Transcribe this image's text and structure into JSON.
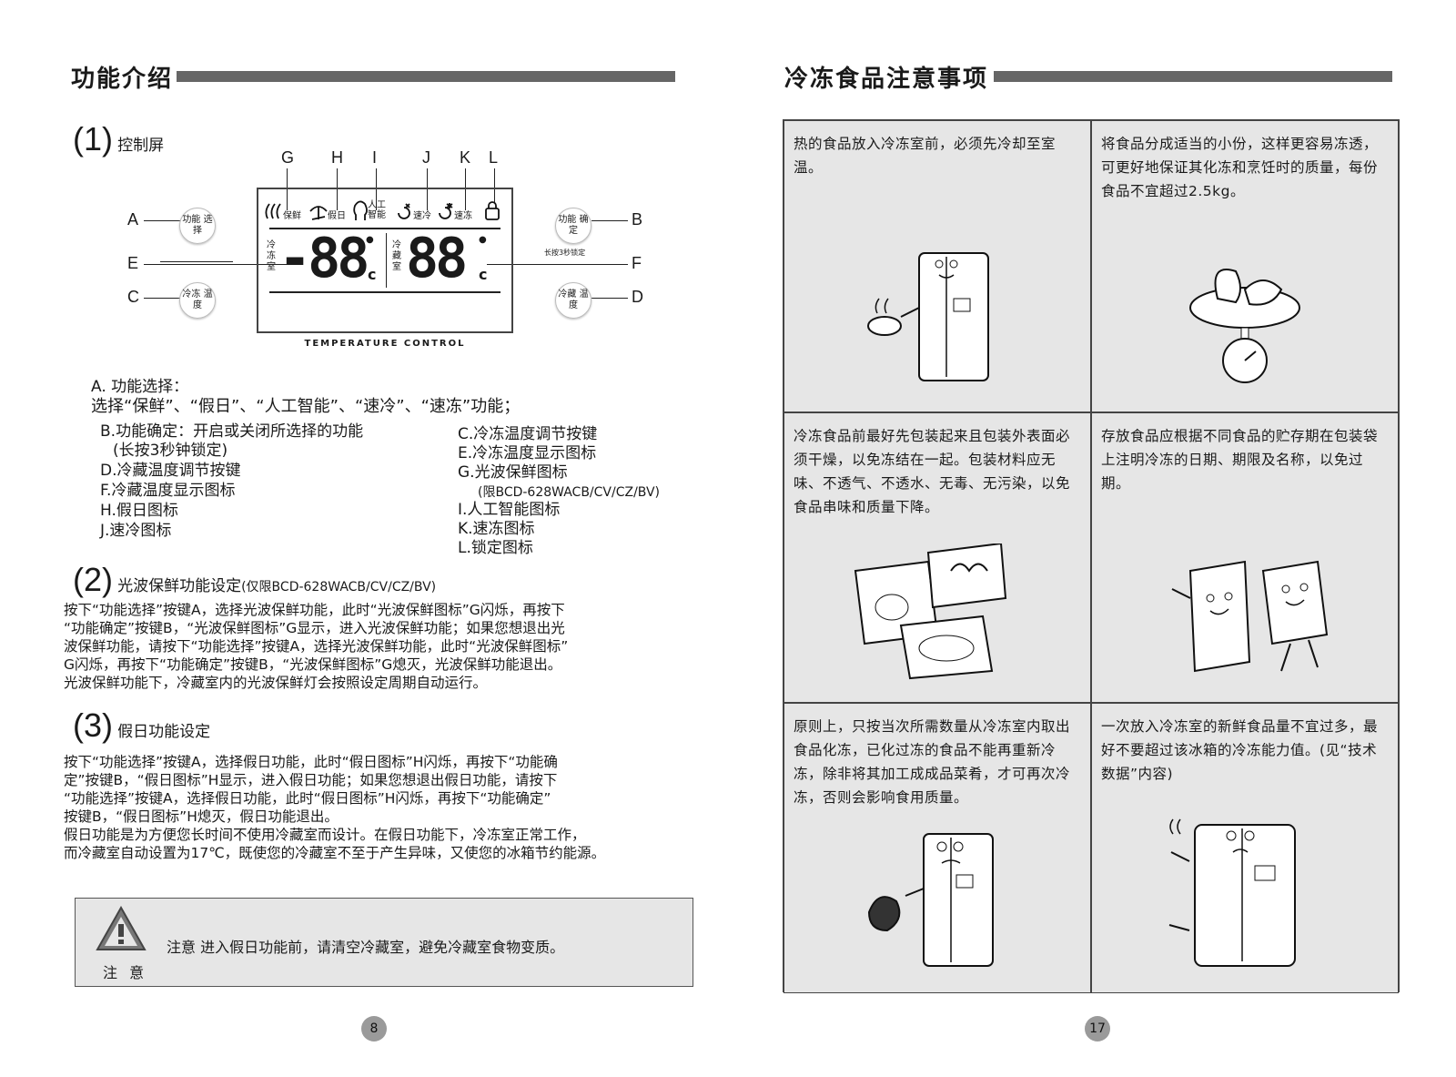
{
  "left": {
    "title": "功能介绍",
    "s1": {
      "num": "(1)",
      "label": "控制屏"
    },
    "top_letters": [
      "G",
      "H",
      "I",
      "J",
      "K",
      "L"
    ],
    "side_letters": {
      "A": "A",
      "B": "B",
      "C": "C",
      "D": "D",
      "E": "E",
      "F": "F"
    },
    "buttons": {
      "A": "功能 选择",
      "B": "功能 确定",
      "C": "冷冻 温度",
      "D": "冷藏 温度"
    },
    "lcd": {
      "icons": [
        "保鲜",
        "假日",
        "人工 智能",
        "速冷",
        "速冻"
      ],
      "freezer_label": "冷 冻 室",
      "fridge_label": "冷 藏 室",
      "freezer_digits": "-88",
      "fridge_digits": "88",
      "unit": "c",
      "lock_hint": "长按3秒锁定",
      "caption": "TEMPERATURE CONTROL"
    },
    "legend": {
      "a1": "A. 功能选择：",
      "a2": "选择“保鲜”、“假日”、“人工智能”、“速冷”、“速冻”功能；",
      "b1": "B.功能确定：开启或关闭所选择的功能",
      "b2": "(长按3秒钟锁定)",
      "d": "D.冷藏温度调节按键",
      "f": "F.冷藏温度显示图标",
      "h": "H.假日图标",
      "j": "J.速冷图标",
      "c": "C.冷冻温度调节按键",
      "e": "E.冷冻温度显示图标",
      "g": "G.光波保鲜图标",
      "g2": "(限BCD-628WACB/CV/CZ/BV)",
      "i": "I.人工智能图标",
      "k": "K.速冻图标",
      "l": "L.锁定图标"
    },
    "s2": {
      "num": "(2)",
      "label": "光波保鲜功能设定",
      "note": "(仅限BCD-628WACB/CV/CZ/BV)",
      "lines": [
        "按下“功能选择”按键A，选择光波保鲜功能，此时“光波保鲜图标”G闪烁，再按下",
        "“功能确定”按键B，“光波保鲜图标”G显示，进入光波保鲜功能；如果您想退出光",
        "波保鲜功能，请按下“功能选择”按键A，选择光波保鲜功能，此时“光波保鲜图标”",
        "G闪烁，再按下“功能确定”按键B，“光波保鲜图标”G熄灭，光波保鲜功能退出。",
        "光波保鲜功能下，冷藏室内的光波保鲜灯会按照设定周期自动运行。"
      ]
    },
    "s3": {
      "num": "(3)",
      "label": "假日功能设定",
      "lines": [
        "按下“功能选择”按键A，选择假日功能，此时“假日图标”H闪烁，再按下“功能确",
        "定”按键B，“假日图标”H显示，进入假日功能；如果您想退出假日功能，请按下",
        "“功能选择”按键A，选择假日功能，此时“假日图标”H闪烁，再按下“功能确定”",
        "按键B，“假日图标”H熄灭，假日功能退出。",
        "假日功能是为方便您长时间不使用冷藏室而设计。在假日功能下，冷冻室正常工作，",
        "而冷藏室自动设置为17℃，既使您的冷藏室不至于产生异味，又使您的冰箱节约能源。"
      ]
    },
    "notice": {
      "label": "注  意",
      "text": "注意   进入假日功能前，请清空冷藏室，避免冷藏室食物变质。"
    },
    "page": "8"
  },
  "right": {
    "title": "冷冻食品注意事项",
    "cells": [
      "热的食品放入冷冻室前，必须先冷却至室温。",
      "将食品分成适当的小份，这样更容易冻透，可更好地保证其化冻和烹饪时的质量，每份食品不宜超过2.5kg。",
      "冷冻食品前最好先包装起来且包装外表面必须干燥，以免冻结在一起。包装材料应无味、不透气、不透水、无毒、无污染，以免食品串味和质量下降。",
      "存放食品应根据不同食品的贮存期在包装袋上注明冷冻的日期、期限及名称，以免过期。",
      "原则上，只按当次所需数量从冷冻室内取出食品化冻，已化过冻的食品不能再重新冷冻，除非将其加工成成品菜肴，才可再次冷冻，否则会影响食用质量。",
      "一次放入冷冻室的新鲜食品量不宜过多，最好不要超过该冰箱的冷冻能力值。(见“技术数据”内容)"
    ],
    "page": "17"
  }
}
